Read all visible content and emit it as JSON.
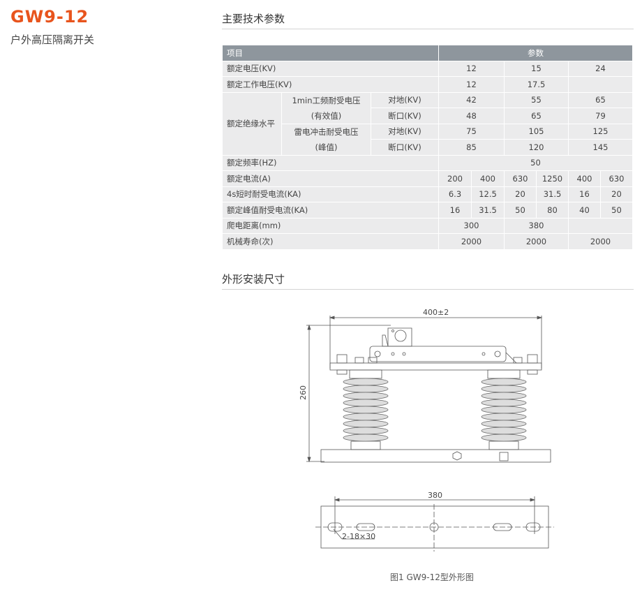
{
  "header": {
    "product_code": "GW9-12",
    "product_name": "户外高压隔离开关"
  },
  "sections": {
    "specs_title": "主要技术参数",
    "dims_title": "外形安装尺寸"
  },
  "table": {
    "headers": {
      "item": "项目",
      "params": "参数"
    },
    "rows": {
      "rated_voltage": {
        "label": "额定电压(KV)",
        "values": [
          "12",
          "15",
          "24"
        ]
      },
      "rated_working_voltage": {
        "label": "额定工作电压(KV)",
        "values": [
          "12",
          "17.5",
          ""
        ]
      },
      "insulation": {
        "label": "额定绝缘水平",
        "power_freq": {
          "label_line1": "1min工频耐受电压",
          "label_line2": "(有效值)",
          "ground": {
            "label": "对地(KV)",
            "values": [
              "42",
              "55",
              "65"
            ]
          },
          "break": {
            "label": "断口(KV)",
            "values": [
              "48",
              "65",
              "79"
            ]
          }
        },
        "lightning": {
          "label_line1": "雷电冲击耐受电压",
          "label_line2": "(峰值)",
          "ground": {
            "label": "对地(KV)",
            "values": [
              "75",
              "105",
              "125"
            ]
          },
          "break": {
            "label": "断口(KV)",
            "values": [
              "85",
              "120",
              "145"
            ]
          }
        }
      },
      "rated_frequency": {
        "label": "额定频率(HZ)",
        "value": "50"
      },
      "rated_current": {
        "label": "额定电流(A)",
        "values": [
          "200",
          "400",
          "630",
          "1250",
          "400",
          "630"
        ]
      },
      "short_time_current": {
        "label": "4s短时耐受电流(KA)",
        "values": [
          "6.3",
          "12.5",
          "20",
          "31.5",
          "16",
          "20"
        ]
      },
      "peak_current": {
        "label": "额定峰值耐受电流(KA)",
        "values": [
          "16",
          "31.5",
          "50",
          "80",
          "40",
          "50"
        ]
      },
      "creepage": {
        "label": "爬电距离(mm)",
        "values": [
          "300",
          "380",
          ""
        ]
      },
      "mechanical_life": {
        "label": "机械寿命(次)",
        "values": [
          "2000",
          "2000",
          "2000"
        ]
      }
    }
  },
  "figure": {
    "width_dim": "400±2",
    "height_dim": "260",
    "base_dim": "380",
    "slot_label": "2-18×30",
    "caption": "图1 GW9-12型外形图"
  }
}
